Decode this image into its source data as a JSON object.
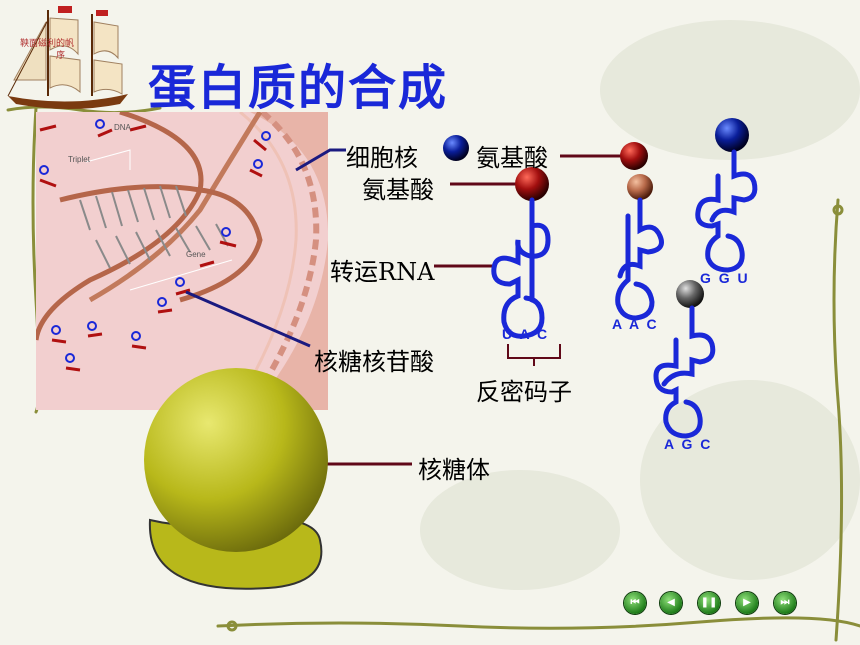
{
  "title": "蛋白质的合成",
  "ship_caption": {
    "line1": "鞅面磁利的帆",
    "line2": "序"
  },
  "labels": {
    "nucleus": "细胞核",
    "amino_acid_1": "氨基酸",
    "amino_acid_2": "氨基酸",
    "trna": "转运RNA",
    "nucleotide": "核糖核苷酸",
    "anticodon": "反密码子",
    "ribosome": "核糖体"
  },
  "dna_labels": {
    "dna": "DNA",
    "triplet": "Triplet",
    "gene": "Gene"
  },
  "trna_codons": [
    {
      "letters": "U A C"
    },
    {
      "letters": "A A C"
    },
    {
      "letters": "G G U"
    },
    {
      "letters": "A G C"
    }
  ],
  "colors": {
    "title": "#1a28d8",
    "trna": "#1a28d8",
    "amino_dark": "#8a0a0a",
    "amino_blue": "#0a1e9a",
    "amino_tan": "#b86a4a",
    "amino_gray": "#555555",
    "ribosome": "#b8b81a",
    "nucleus": "#f0c4c4"
  },
  "nav": [
    "first",
    "prev",
    "pause",
    "next",
    "last"
  ]
}
